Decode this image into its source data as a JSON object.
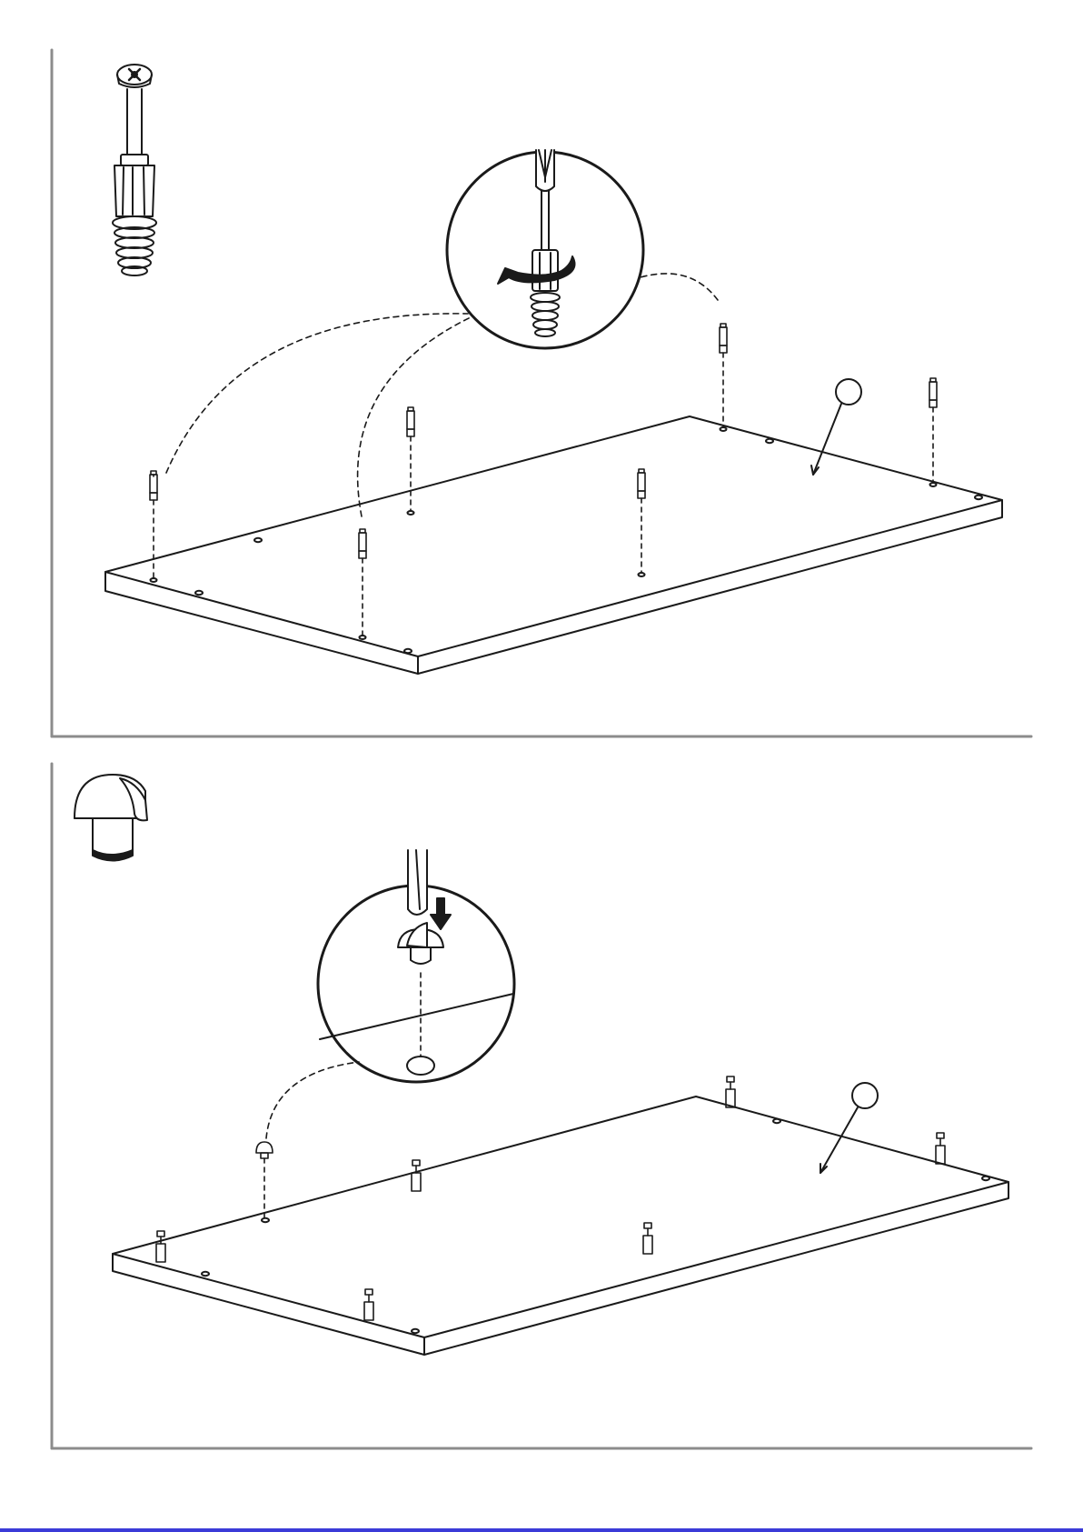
{
  "document": {
    "type": "assembly-instructions",
    "page_color": "#ffffff",
    "line_color": "#1a1a1a",
    "frame_color": "#8c8c8c",
    "accent_bottom_rule": "#3b3bd8"
  },
  "steps": [
    {
      "part_icon": "cam-bolt-icon",
      "detail_icon": "screwdriver-turn-icon",
      "action": "screw-in-cam-bolts",
      "bolt_count": 6,
      "part_callout_label": ""
    },
    {
      "part_icon": "cap-dowel-icon",
      "detail_icon": "screwdriver-press-icon",
      "action": "press-in-cap",
      "cap_count": 1,
      "part_callout_label": ""
    }
  ]
}
